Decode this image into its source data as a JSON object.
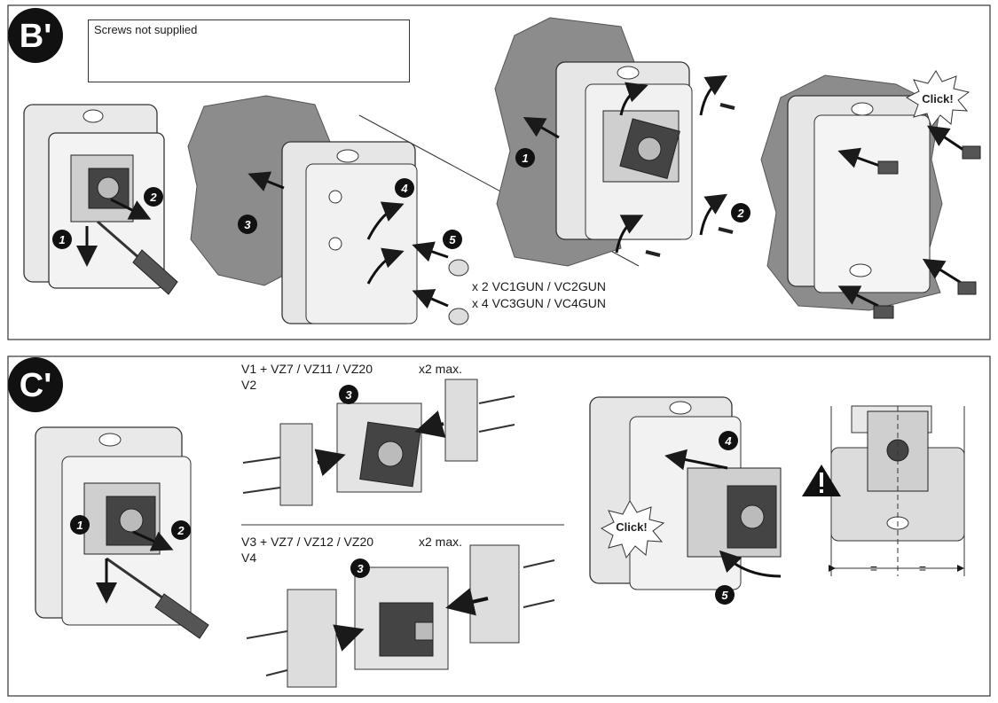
{
  "section_b": {
    "badge": "B'",
    "note": "Screws not supplied",
    "steps": [
      "1",
      "2",
      "3",
      "4",
      "5",
      "1",
      "2"
    ],
    "screw_text": [
      "x 2 VC1GUN / VC2GUN",
      "x 4 VC3GUN / VC4GUN"
    ],
    "click": "Click!"
  },
  "section_c": {
    "badge": "C'",
    "steps": [
      "1",
      "2",
      "3",
      "3",
      "4",
      "5"
    ],
    "top_model": "V1 + VZ7 / VZ11 / VZ20",
    "top_model_line2": "V2",
    "top_max": "x2 max.",
    "bottom_model": "V3 + VZ7 / VZ12 / VZ20",
    "bottom_model_line2": "V4",
    "bottom_max": "x2 max.",
    "click": "Click!",
    "equal_left": "=",
    "equal_right": "="
  },
  "colors": {
    "wall": "#8c8c8c",
    "box": "#e6e6e6",
    "accent": "#1a1a1a"
  }
}
